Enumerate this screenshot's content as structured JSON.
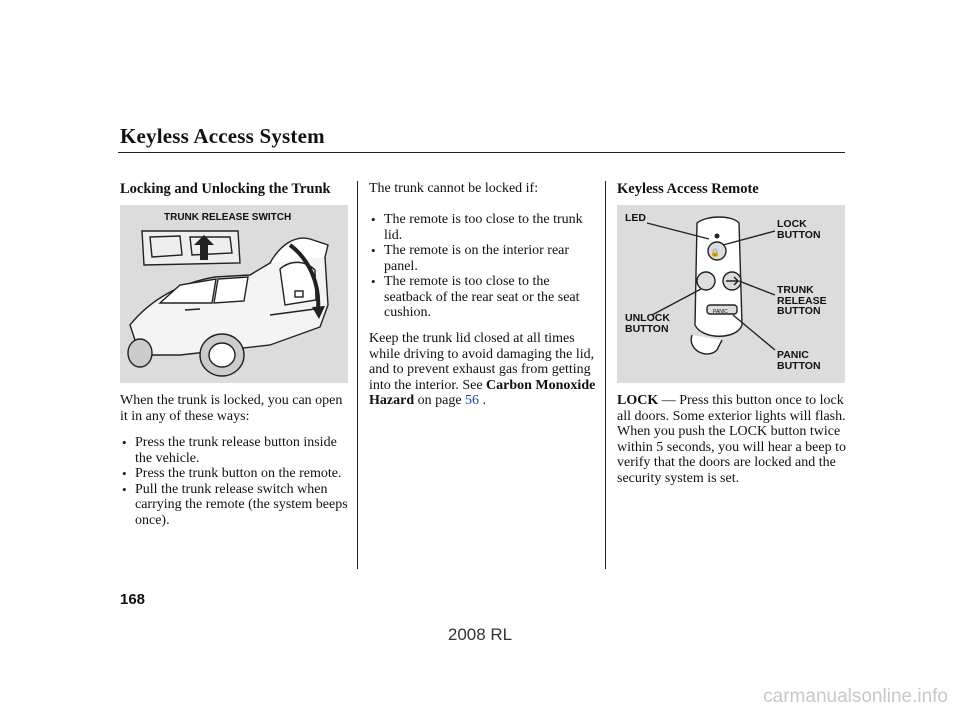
{
  "section_title": "Keyless Access System",
  "left": {
    "heading": "Locking and Unlocking the Trunk",
    "figure_label": "TRUNK RELEASE SWITCH",
    "intro": "When the trunk is locked, you can open it in any of these ways:",
    "bullets": [
      "Press the trunk release button inside the vehicle.",
      "Press the trunk button on the remote.",
      "Pull the trunk release switch when carrying the remote (the system beeps once)."
    ]
  },
  "middle": {
    "intro": "The trunk cannot be locked if:",
    "bullets": [
      "The remote is too close to the trunk lid.",
      "The remote is on the interior rear panel.",
      "The remote is too close to the seatback of the rear seat or the seat cushion."
    ],
    "para_start": "Keep the trunk lid closed at all times while driving to avoid damaging the lid, and to prevent exhaust gas from getting into the interior. See ",
    "para_bold": "Carbon Monoxide Hazard",
    "para_mid": " on page ",
    "para_link": "56",
    "para_end": " ."
  },
  "right": {
    "heading": "Keyless Access Remote",
    "labels": {
      "led": "LED",
      "lock": "LOCK\nBUTTON",
      "trunk": "TRUNK\nRELEASE\nBUTTON",
      "unlock": "UNLOCK\nBUTTON",
      "panic": "PANIC\nBUTTON",
      "panic_key": "PANIC"
    },
    "lock_term": "LOCK",
    "lock_dash": "—",
    "lock_text": "Press this button once to lock all doors. Some exterior lights will flash. When you push the LOCK button twice within 5 seconds, you will hear a beep to verify that the doors are locked and the security system is set."
  },
  "page_number": "168",
  "footer": "2008  RL",
  "watermark": "carmanualsonline.info"
}
